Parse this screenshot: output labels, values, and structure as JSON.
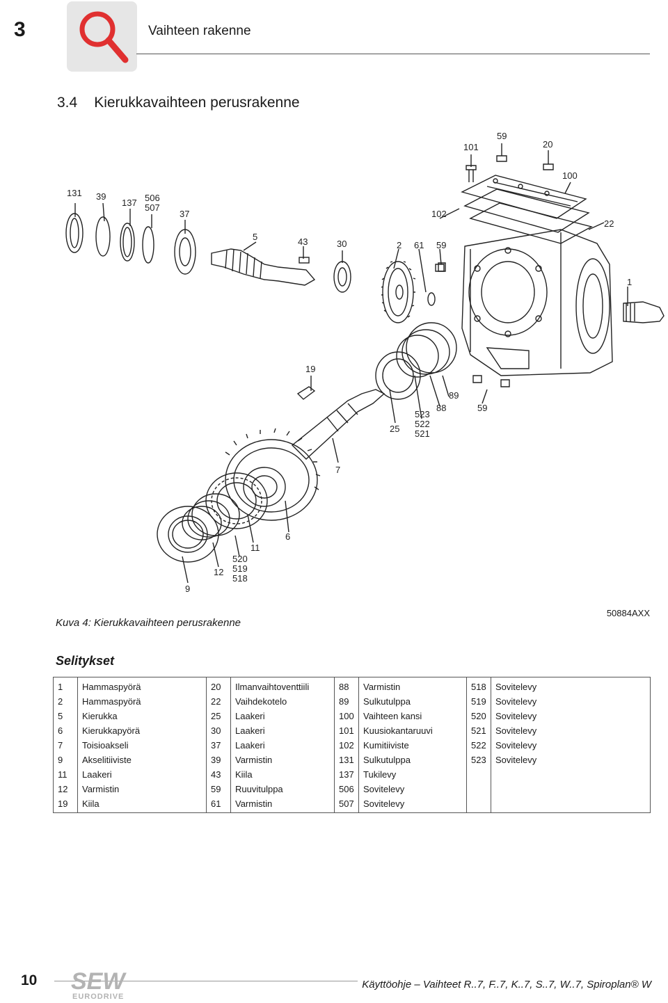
{
  "header": {
    "chapter_number": "3",
    "chapter_title": "Vaihteen rakenne",
    "icon": "magnifier-icon"
  },
  "section": {
    "number": "3.4",
    "title": "Kierukkavaihteen perusrakenne"
  },
  "figure": {
    "part_labels": {
      "l101": "101",
      "l59a": "59",
      "l20": "20",
      "l100": "100",
      "l131": "131",
      "l39": "39",
      "l137": "137",
      "l506": "506",
      "l507": "507",
      "l37": "37",
      "l102": "102",
      "l22": "22",
      "l5": "5",
      "l43": "43",
      "l30": "30",
      "l2": "2",
      "l61": "61",
      "l59b": "59",
      "l1": "1",
      "l19": "19",
      "l89": "89",
      "l88": "88",
      "l59c": "59",
      "l523": "523",
      "l522": "522",
      "l521": "521",
      "l25": "25",
      "l7": "7",
      "l6": "6",
      "l11": "11",
      "l520": "520",
      "l519": "519",
      "l518": "518",
      "l12": "12",
      "l9": "9"
    },
    "caption": "Kuva 4: Kierukkavaihteen perusrakenne",
    "code": "50884AXX"
  },
  "legend": {
    "title": "Selitykset",
    "rows": [
      [
        [
          "1",
          "Hammaspyörä"
        ],
        [
          "20",
          "Ilmanvaihtoventtiili"
        ],
        [
          "88",
          "Varmistin"
        ],
        [
          "518",
          "Sovitelevy"
        ]
      ],
      [
        [
          "2",
          "Hammaspyörä"
        ],
        [
          "22",
          "Vaihdekotelo"
        ],
        [
          "89",
          "Sulkutulppa"
        ],
        [
          "519",
          "Sovitelevy"
        ]
      ],
      [
        [
          "5",
          "Kierukka"
        ],
        [
          "25",
          "Laakeri"
        ],
        [
          "100",
          "Vaihteen kansi"
        ],
        [
          "520",
          "Sovitelevy"
        ]
      ],
      [
        [
          "6",
          "Kierukkapyörä"
        ],
        [
          "30",
          "Laakeri"
        ],
        [
          "101",
          "Kuusiokantaruuvi"
        ],
        [
          "521",
          "Sovitelevy"
        ]
      ],
      [
        [
          "7",
          "Toisioakseli"
        ],
        [
          "37",
          "Laakeri"
        ],
        [
          "102",
          "Kumitiiviste"
        ],
        [
          "522",
          "Sovitelevy"
        ]
      ],
      [
        [
          "9",
          "Akselitiiviste"
        ],
        [
          "39",
          "Varmistin"
        ],
        [
          "131",
          "Sulkutulppa"
        ],
        [
          "523",
          "Sovitelevy"
        ]
      ],
      [
        [
          "11",
          "Laakeri"
        ],
        [
          "43",
          "Kiila"
        ],
        [
          "137",
          "Tukilevy"
        ],
        [
          "",
          ""
        ]
      ],
      [
        [
          "12",
          "Varmistin"
        ],
        [
          "59",
          "Ruuvitulppa"
        ],
        [
          "506",
          "Sovitelevy"
        ],
        [
          "",
          ""
        ]
      ],
      [
        [
          "19",
          "Kiila"
        ],
        [
          "61",
          "Varmistin"
        ],
        [
          "507",
          "Sovitelevy"
        ],
        [
          "",
          ""
        ]
      ]
    ]
  },
  "footer": {
    "page_number": "10",
    "logo": "SEW EURODRIVE",
    "document": "Käyttöohje – Vaihteet R..7, F..7, K..7, S..7, W..7, Spiroplan® W"
  },
  "colors": {
    "icon_background": "#e6e6e6",
    "icon_accent": "#e03030",
    "logo_gray": "#b3b3b3"
  }
}
